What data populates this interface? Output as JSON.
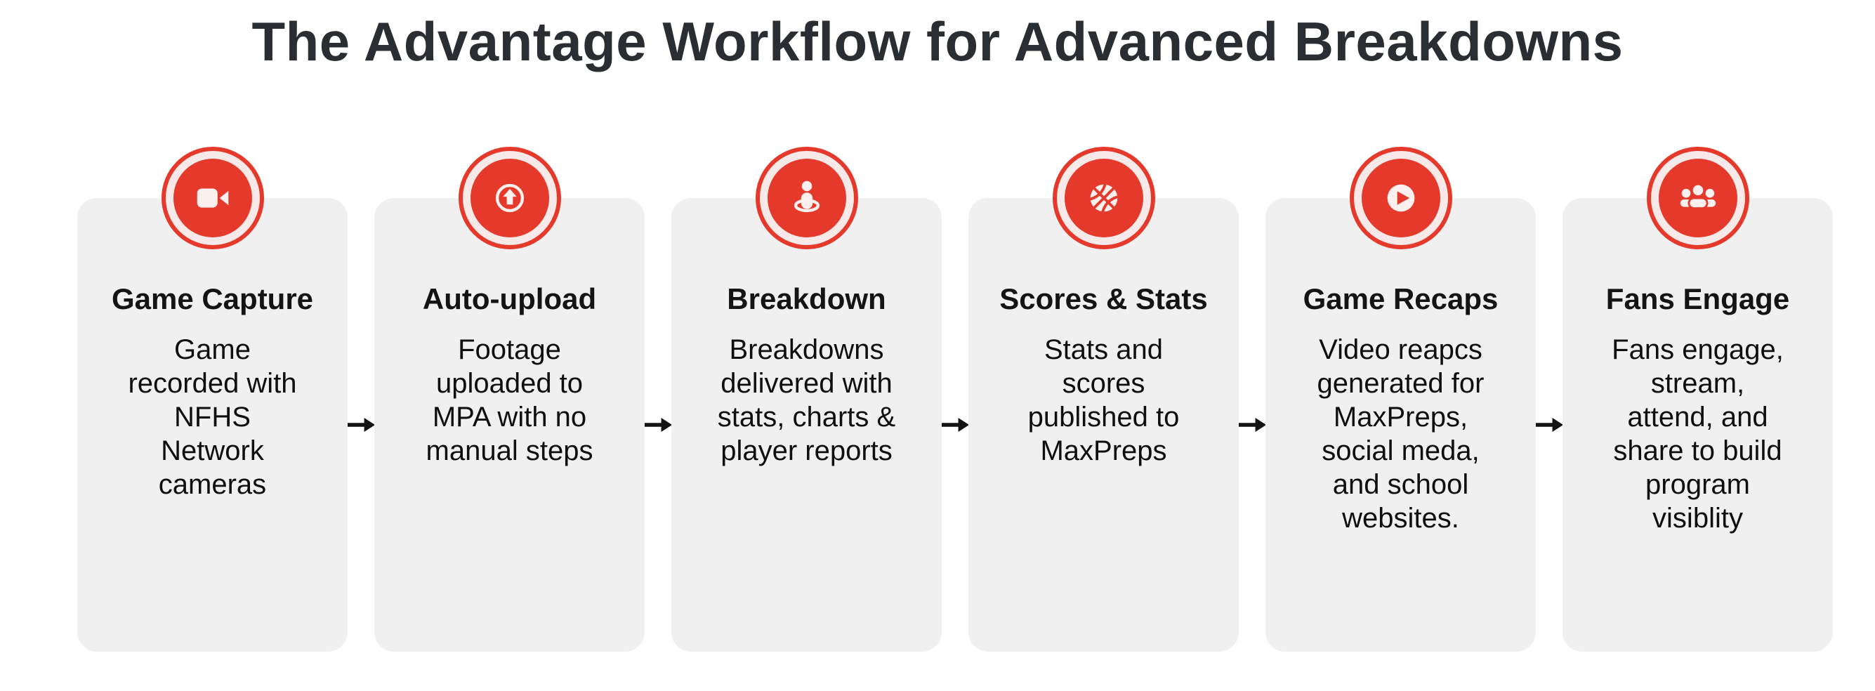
{
  "page": {
    "title": "The Advantage Workflow for Advanced Breakdowns"
  },
  "theme": {
    "accent_red": "#e5392c",
    "icon_ring_tint": "#f6e9e7",
    "icon_glyph_color": "#fbf0ee",
    "card_background": "#f0f0f1",
    "title_color": "#2a2d31",
    "text_color": "#0f0f0f",
    "arrow_color": "#141414"
  },
  "workflow": {
    "arrow_icon": "arrow-right-icon",
    "steps": [
      {
        "icon": "video-camera-icon",
        "title": "Game Capture",
        "description": "Game\nrecorded with\nNFHS\nNetwork\ncameras"
      },
      {
        "icon": "upload-circle-icon",
        "title": "Auto-upload",
        "description": "Footage\nuploaded to\nMPA with no\nmanual steps"
      },
      {
        "icon": "person-pin-icon",
        "title": "Breakdown",
        "description": "Breakdowns\ndelivered with\nstats, charts &\nplayer reports"
      },
      {
        "icon": "basketball-icon",
        "title": "Scores & Stats",
        "description": "Stats and\nscores\npublished to\nMaxPreps"
      },
      {
        "icon": "play-circle-icon",
        "title": "Game Recaps",
        "description": "Video reapcs\ngenerated for\nMaxPreps,\nsocial meda,\nand school\nwebsites."
      },
      {
        "icon": "users-icon",
        "title": "Fans Engage",
        "description": "Fans engage,\nstream,\nattend, and\nshare to build\nprogram\nvisiblity"
      }
    ]
  }
}
